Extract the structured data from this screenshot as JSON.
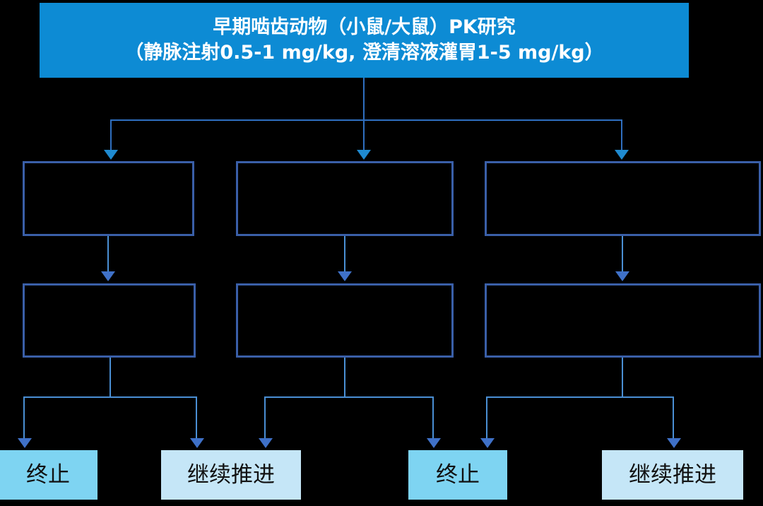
{
  "diagram": {
    "title_line1": "早期啮齿动物（小鼠/大鼠）PK研究",
    "title_line2": "（静脉注射0.5-1 mg/kg, 澄清溶液灌胃1-5 mg/kg）",
    "header_color": "#0d8bd4",
    "header_text_color": "#ffffff",
    "box_border_color": "#3a5fa8",
    "connector_color": "#2f6fc0",
    "arrow_color": "#1f8ad0",
    "background": "#000000"
  },
  "row1": [
    {
      "label": "",
      "name": "process-box-row1-left"
    },
    {
      "label": "",
      "name": "process-box-row1-middle"
    },
    {
      "label": "",
      "name": "process-box-row1-right"
    }
  ],
  "row2": [
    {
      "label": "",
      "name": "process-box-row2-left"
    },
    {
      "label": "",
      "name": "process-box-row2-middle"
    },
    {
      "label": "",
      "name": "process-box-row2-right"
    }
  ],
  "outcomes": [
    {
      "label": "终止",
      "color": "#7ed4f2"
    },
    {
      "label": "继续推进",
      "color": "#c5e6f7"
    },
    {
      "label": "终止",
      "color": "#7ed4f2"
    },
    {
      "label": "继续推进",
      "color": "#c5e6f7"
    }
  ]
}
